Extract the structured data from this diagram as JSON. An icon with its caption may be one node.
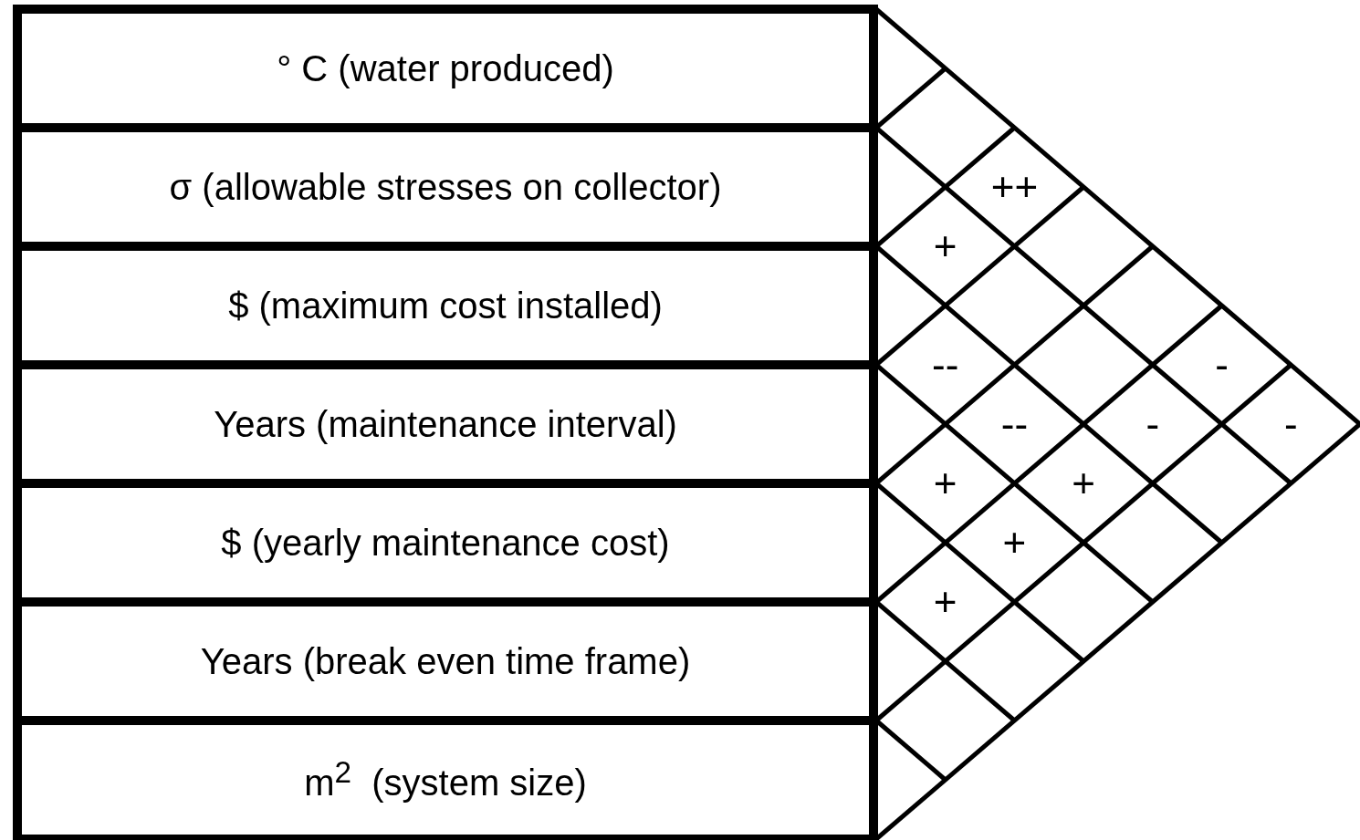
{
  "diagram": {
    "nodes": [
      {
        "text": [
          "° C (water produced)"
        ]
      },
      {
        "text": [
          "σ (allowable stresses on collector)"
        ]
      },
      {
        "text": [
          "$ (maximum cost installed)"
        ]
      },
      {
        "text": [
          "Years (maintenance interval)"
        ]
      },
      {
        "text": [
          "$ (yearly maintenance cost)"
        ]
      },
      {
        "text": [
          "Years (break even time frame)"
        ]
      },
      {
        "text": [
          "m$^{2}$  (system size)"
        ]
      }
    ],
    "labels": [
      "++",
      "+",
      "--",
      "-",
      "--",
      "-",
      "-",
      "+",
      "+",
      "+",
      "+"
    ]
  }
}
